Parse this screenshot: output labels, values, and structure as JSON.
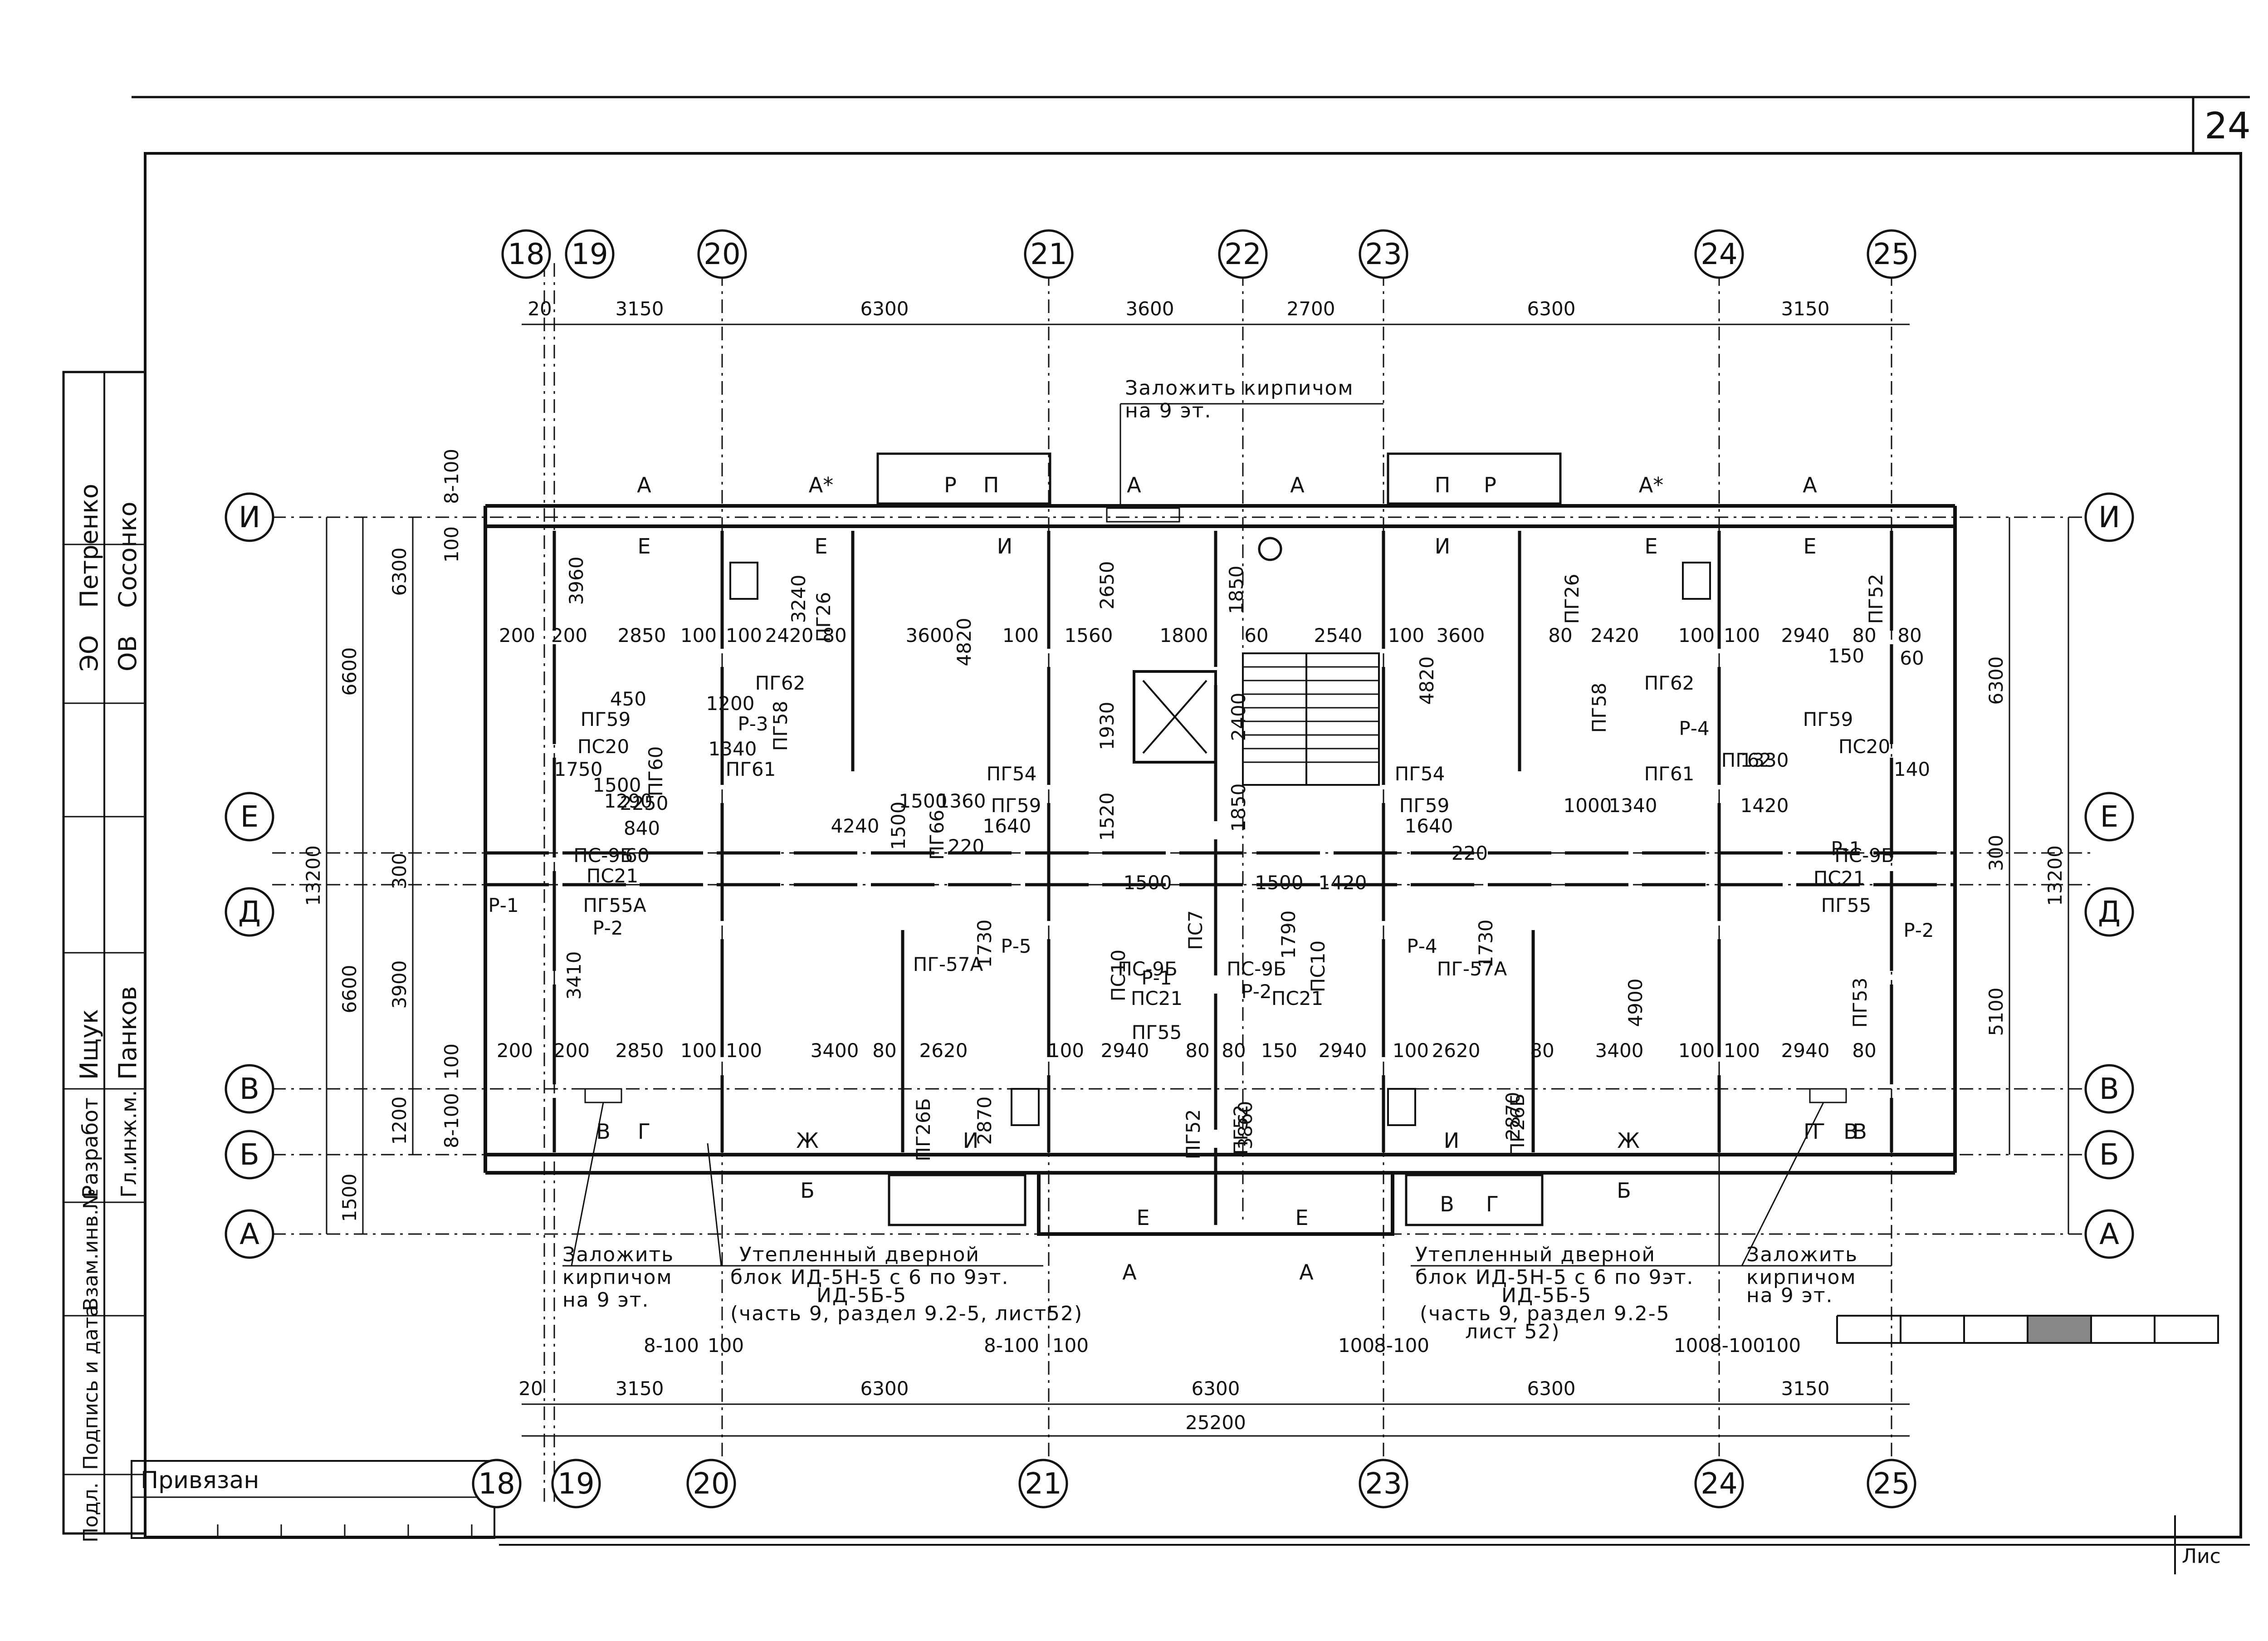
{
  "sheet": {
    "number": "24",
    "footer_label": "Лис",
    "tied_label": "Привязан"
  },
  "title_block": {
    "rows": [
      {
        "role": "ОВ",
        "name": "Сосонко"
      },
      {
        "role": "ЭО",
        "name": "Петренко"
      },
      {
        "role": "Гл.инж.м.",
        "name": "Панков"
      },
      {
        "role": "Разработ",
        "name": "Ищук"
      }
    ],
    "side_labels": [
      "Взам.инв.№",
      "Подпись и дата",
      "Подл."
    ]
  },
  "axes": {
    "top": [
      "18",
      "19",
      "20",
      "21",
      "22",
      "23",
      "24",
      "25"
    ],
    "bottom": [
      "18",
      "19",
      "20",
      "21",
      "23",
      "24",
      "25"
    ],
    "left": [
      "И",
      "Е",
      "Д",
      "В",
      "Б",
      "А"
    ],
    "right": [
      "И",
      "Е",
      "Д",
      "В",
      "Б",
      "А"
    ]
  },
  "dims": {
    "top": [
      "20",
      "3150",
      "6300",
      "3600",
      "2700",
      "6300",
      "3150"
    ],
    "bottom": [
      "20",
      "3150",
      "6300",
      "6300",
      "6300",
      "3150"
    ],
    "bottom_total": "25200",
    "bottom_small": [
      "8-100",
      "100",
      "8-100",
      "100",
      "100",
      "8-100",
      "100",
      "8-100",
      "100"
    ],
    "left_outer": [
      "13200"
    ],
    "left_mid": [
      "6600",
      "6600",
      "1500"
    ],
    "left_inner": [
      "6300",
      "300",
      "3900",
      "1200"
    ],
    "left_small": [
      "8-100",
      "100",
      "100",
      "8-100"
    ],
    "right_outer": [
      "13200"
    ],
    "right_inner": [
      "6300",
      "300",
      "5100"
    ]
  },
  "openings": {
    "top": [
      "А",
      "А*",
      "Р",
      "П",
      "А",
      "А",
      "П",
      "Р",
      "А*",
      "А"
    ],
    "top_sub": [
      "Е",
      "Е",
      "И",
      "И",
      "Е",
      "Е"
    ],
    "bottom": [
      "Г",
      "В",
      "Ж",
      "И",
      "Б",
      "Г",
      "В",
      "Е",
      "Е",
      "В",
      "Г",
      "Б",
      "Ж",
      "И",
      "Г",
      "В"
    ],
    "bottom_A": [
      "А",
      "А"
    ]
  },
  "interior": {
    "row1": [
      "200",
      "200",
      "2850",
      "100",
      "100",
      "2420",
      "80",
      "3600",
      "4820",
      "100",
      "1560",
      "1800",
      "60",
      "2540",
      "100",
      "3600",
      "80",
      "2420",
      "100",
      "100",
      "2940",
      "80",
      "80"
    ],
    "row2": [
      "200",
      "200",
      "2850",
      "100",
      "100",
      "3400",
      "80",
      "2620",
      "100",
      "2940",
      "80",
      "80",
      "150",
      "2940",
      "100",
      "2620",
      "80",
      "3400",
      "100",
      "100",
      "2940",
      "80"
    ],
    "vertical": [
      "3960",
      "3240",
      "2650",
      "1850",
      "4820",
      "1930",
      "2400",
      "1850",
      "1520",
      "1500",
      "1730",
      "3410",
      "2870",
      "1730",
      "2870",
      "4900",
      "3860",
      "1790"
    ],
    "marks": [
      "ПГ26",
      "ПГ62",
      "Р-3",
      "ПГ58",
      "ПГ61",
      "ПГ59",
      "ПС20",
      "ПГ60",
      "ПС21",
      "Р-2",
      "Р-1",
      "ПС-9Б",
      "ПГ55А",
      "ПГ54",
      "ПГ59",
      "ПГ66",
      "ПС10",
      "ПС-9Б",
      "Р-1",
      "ПС21",
      "ПГ55",
      "ПС7",
      "Р-2",
      "ПС-9Б",
      "ПС10",
      "ПС21",
      "Р-5",
      "ПГ-57А",
      "ПГ26Б",
      "ПГ52",
      "ПГ52",
      "Р-4",
      "ПГ-57А",
      "ПГ26Б",
      "ПГ54",
      "ПГ59",
      "ПГ62",
      "ПГ58",
      "Р-4",
      "ПГ61",
      "ПГ62",
      "ПГ59",
      "ПС20",
      "ПС-9Б",
      "Р-1",
      "ПС21",
      "ПГ55",
      "ПГ53",
      "ПГ52",
      "Р-2",
      "ПГ26"
    ],
    "misc": [
      "4240",
      "1500",
      "1360",
      "220",
      "1640",
      "1500",
      "1500",
      "1420",
      "1640",
      "220",
      "1000",
      "1340",
      "1420",
      "1330",
      "1750",
      "1500",
      "1290",
      "1340",
      "1200",
      "450",
      "2250",
      "840",
      "60",
      "150",
      "140",
      "60"
    ]
  },
  "notes": {
    "top": [
      "Заложить кирпичом",
      "на 9 эт."
    ],
    "bottom_left_brick": [
      "Заложить",
      "кирпичом",
      "на 9 эт."
    ],
    "bottom_left_door": [
      "Утепленный дверной",
      "блок ИД-5Н-5 с 6 по 9эт.",
      "ИД-5Б-5",
      "(часть 9, раздел 9.2-5, лист52)"
    ],
    "bottom_right_door": [
      "Утепленный дверной",
      "блок ИД-5Н-5 с 6 по 9эт.",
      "ИД-5Б-5",
      "(часть 9, раздел 9.2-5",
      "лист 52)"
    ],
    "bottom_right_brick": [
      "Заложить",
      "кирпичом",
      "на 9 эт."
    ]
  }
}
